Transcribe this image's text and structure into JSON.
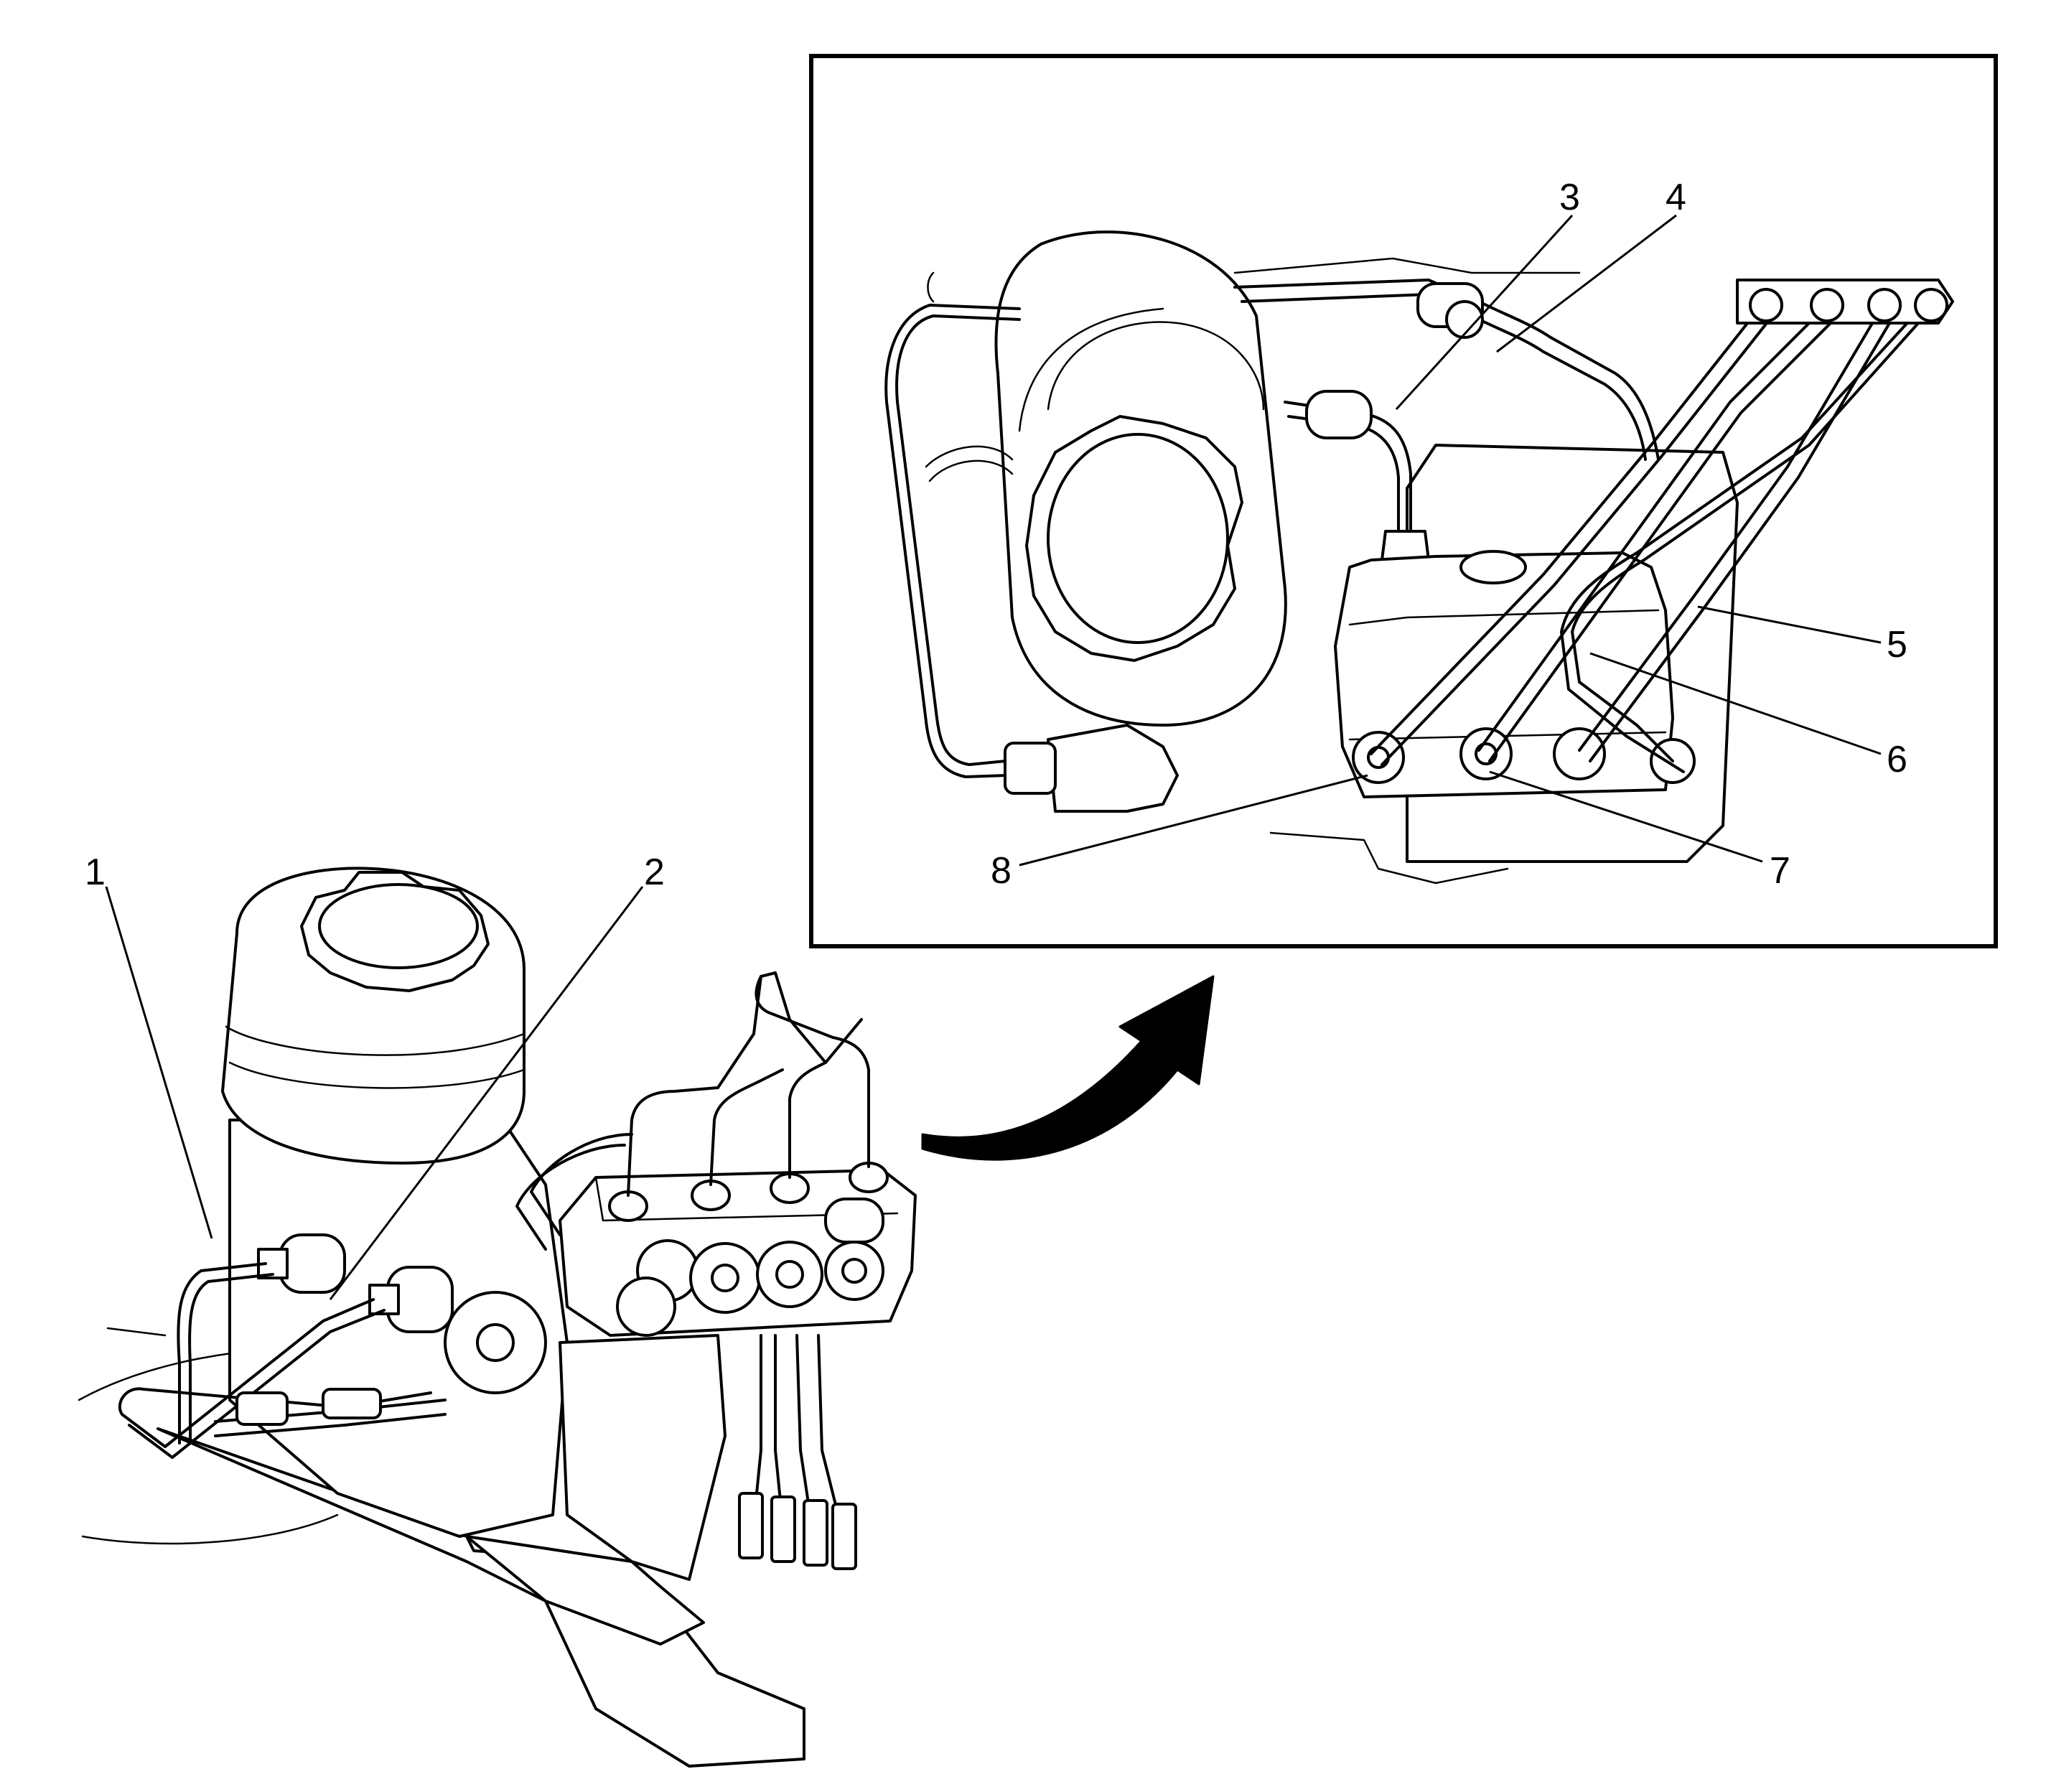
{
  "callouts": [
    "1",
    "2",
    "3",
    "4",
    "5",
    "6",
    "7",
    "8"
  ],
  "colors": {
    "line": "#000000",
    "background": "#ffffff"
  }
}
